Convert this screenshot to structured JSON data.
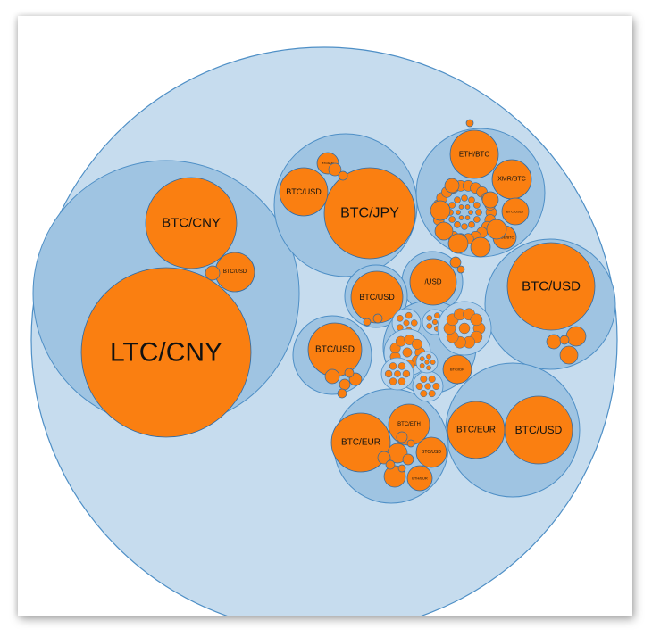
{
  "colors": {
    "outer_fill": "#c6dcee",
    "group_fill": "#9fc4e2",
    "group_stroke": "#4e8fc6",
    "leaf_fill": "#fa7f11",
    "leaf_stroke": "#2a6aa8",
    "mini_group_fill": "#b4d1ea"
  },
  "chart_data": {
    "type": "packed-bubble",
    "root": "",
    "groups": [
      {
        "id": "g-left",
        "leaves": [
          {
            "label": "LTC/CNY",
            "size": 100
          },
          {
            "label": "BTC/CNY",
            "size": 32
          },
          {
            "label": "BTC/USD",
            "size": 5
          }
        ]
      },
      {
        "id": "g-jpy",
        "leaves": [
          {
            "label": "BTC/JPY",
            "size": 36
          },
          {
            "label": "BTC/USD",
            "size": 7
          },
          {
            "label": "BTC/EUR",
            "size": 1
          }
        ]
      },
      {
        "id": "g-eth",
        "leaves": [
          {
            "label": "ETH/BTC",
            "size": 9
          },
          {
            "label": "XMR/BTC",
            "size": 6
          },
          {
            "label": "BTC/USDT",
            "size": 3
          },
          {
            "label": "DOGE/BTC",
            "size": 2
          }
        ]
      },
      {
        "id": "g-right-usd",
        "leaves": [
          {
            "label": "BTC/USD",
            "size": 40
          }
        ]
      },
      {
        "id": "g-mid-usd",
        "leaves": [
          {
            "label": "/USD",
            "size": 10
          }
        ]
      },
      {
        "id": "g-mid-btcusd",
        "leaves": [
          {
            "label": "BTC/USD",
            "size": 8
          }
        ]
      },
      {
        "id": "g-left-mid",
        "leaves": [
          {
            "label": "BTC/USD",
            "size": 10
          }
        ]
      },
      {
        "id": "g-bottom-eur",
        "leaves": [
          {
            "label": "BTC/USD",
            "size": 20
          },
          {
            "label": "BTC/EUR",
            "size": 18
          }
        ]
      },
      {
        "id": "g-bottom-eth",
        "leaves": [
          {
            "label": "BTC/EUR",
            "size": 16
          },
          {
            "label": "BTC/ETH",
            "size": 8
          },
          {
            "label": "BTC/USD",
            "size": 5
          },
          {
            "label": "ETH/EUR",
            "size": 3
          }
        ]
      },
      {
        "id": "g-center",
        "leaves": [
          {
            "label": "BTC/IDR",
            "size": 3
          }
        ]
      }
    ]
  }
}
